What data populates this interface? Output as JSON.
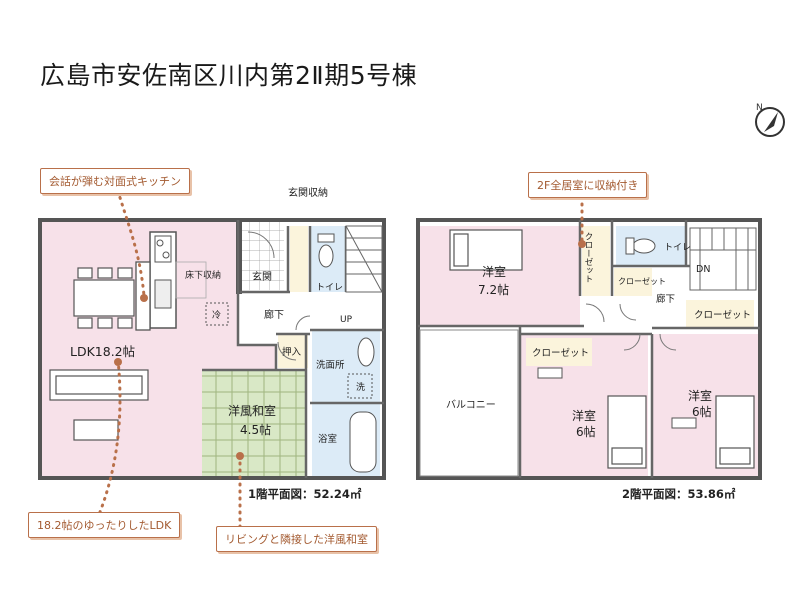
{
  "title": "広島市安佐南区川内第2Ⅱ期5号棟",
  "callouts": {
    "kitchen": "会話が弾む対面式キッチン",
    "storage": "2F全居室に収納付き",
    "ldk": "18.2帖のゆったりしたLDK",
    "washitsu": "リビングと隣接した洋風和室"
  },
  "floor1": {
    "area_label": "1階平面図：52.24㎡",
    "rooms": {
      "ldk": "LDK18.2帖",
      "washitsu_name": "洋風和室",
      "washitsu_size": "4.5帖",
      "yukashita": "床下収納",
      "entrance": "玄関",
      "entrance_storage": "玄関収納",
      "hall": "廊下",
      "toilet": "トイレ",
      "up": "UP",
      "oshiire": "押入",
      "senmen": "洗面所",
      "bath": "浴室",
      "washer": "洗",
      "fridge": "冷"
    }
  },
  "floor2": {
    "area_label": "2階平面図：53.86㎡",
    "rooms": {
      "master_name": "洋室",
      "master_size": "7.2帖",
      "closet": "クローゼット",
      "closet_small": "クローゼット",
      "toilet": "トイレ",
      "dn": "DN",
      "hall": "廊下",
      "balcony": "バルコニー",
      "room2_name": "洋室",
      "room2_size": "6帖",
      "room3_name": "洋室",
      "room3_size": "6帖"
    }
  }
}
